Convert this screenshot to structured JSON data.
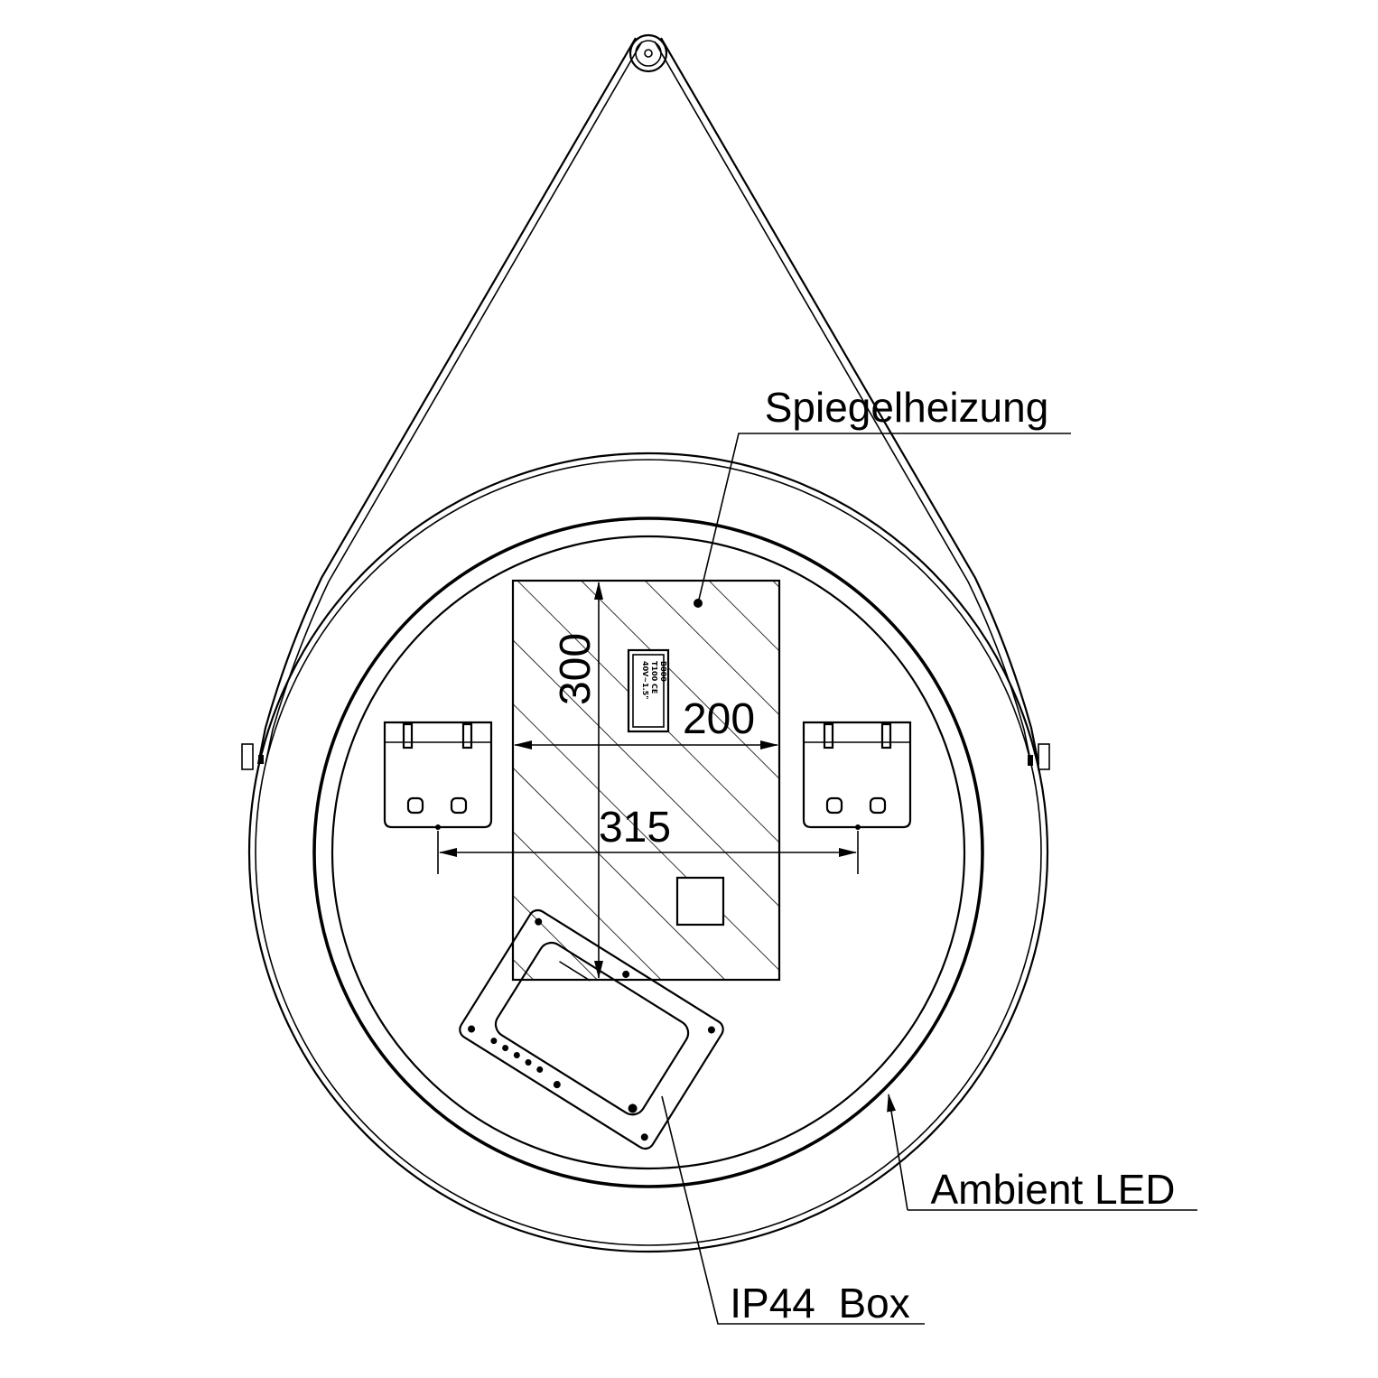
{
  "labels": {
    "mirror_heating": "Spiegelheizung",
    "ambient_led": "Ambient LED",
    "ip44_box": "IP44  Box"
  },
  "dimensions": {
    "heating_height": "300",
    "heating_width": "200",
    "bracket_spacing": "315"
  },
  "plate_text": {
    "line1": "40V~1.5\"",
    "line2": "T100 CE",
    "line3": "B800"
  },
  "colors": {
    "line": "#000000",
    "background": "#ffffff"
  }
}
